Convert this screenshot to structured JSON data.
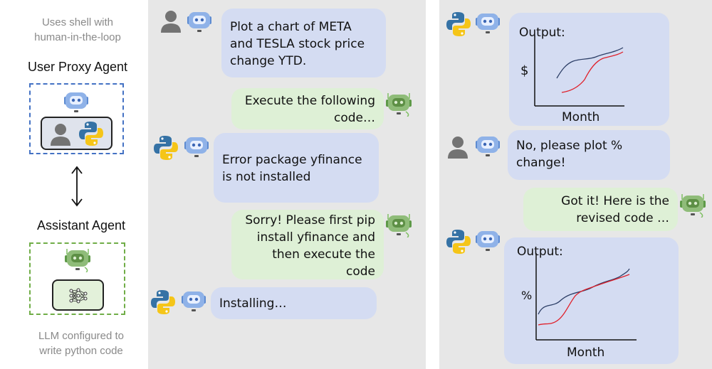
{
  "left": {
    "user_proxy_caption": "Uses shell with\nhuman-in-the-loop",
    "user_proxy_title": "User Proxy Agent",
    "assistant_title": "Assistant Agent",
    "assistant_caption": "LLM configured to\nwrite python code"
  },
  "chat1": {
    "messages": [
      "Plot a chart of META\nand TESLA stock price\nchange YTD.",
      "Execute the following\ncode…",
      "Error package yfinance\nis not installed",
      "Sorry! Please first pip\ninstall yfinance and\nthen execute the\ncode",
      "Installing…"
    ]
  },
  "chat2": {
    "output1": {
      "label": "Output:",
      "ylabel": "$",
      "xlabel": "Month"
    },
    "msg1": "No, please plot %\nchange!",
    "msg2": "Got it! Here is the\nrevised code …",
    "output2": {
      "label": "Output:",
      "ylabel": "%",
      "xlabel": "Month"
    }
  },
  "colors": {
    "panel_bg": "#e7e7e7",
    "user_bubble": "#d4dcf2",
    "assistant_bubble": "#def0d6",
    "user_proxy_border": "#4472c4",
    "assistant_border": "#70ad47",
    "line_dark": "#2c3e66",
    "line_red": "#e0202a"
  },
  "icons": [
    "person-icon",
    "robot-icon",
    "python-icon",
    "neural-network-icon",
    "double-arrow-icon"
  ]
}
